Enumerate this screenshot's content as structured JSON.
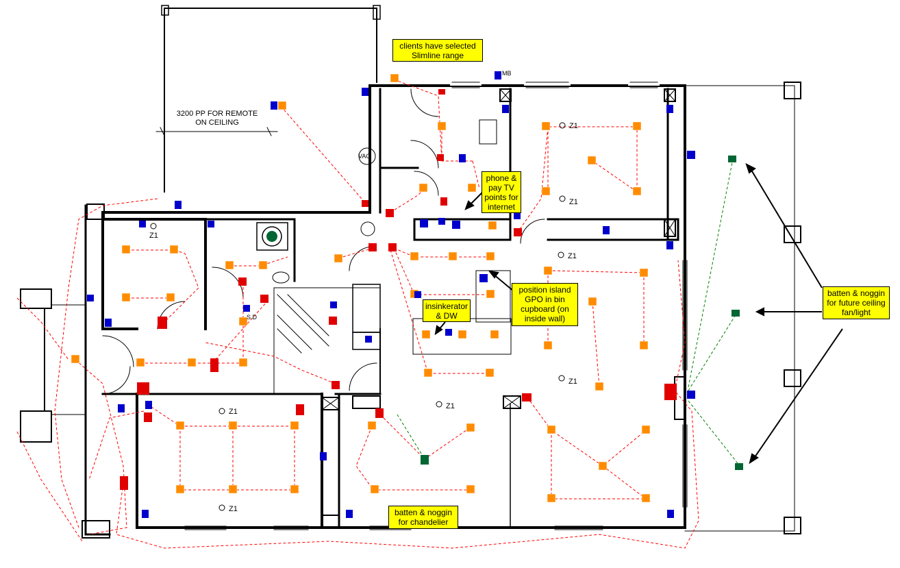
{
  "callouts": {
    "slimline": "clients have selected\nSlimline range",
    "phone_tv": "phone &\npay TV\npoints for\ninternet",
    "insinkerator": "insinkerator\n& DW",
    "island_gpo": "position island\nGPO in bin\ncupboard (on\ninside wall)",
    "future_fan": "batten & noggin\nfor future ceiling\nfan/light",
    "chandelier": "batten & noggin\nfor chandelier"
  },
  "annotations": {
    "remote_note": "3200 PP FOR REMOTE\nON CEILING",
    "vac": "VAC",
    "sd": "S.D",
    "mb": "MB"
  },
  "zone_label": "Z1",
  "colors": {
    "wall": "#000000",
    "wiring_red": "#ff0000",
    "wiring_green": "#008000",
    "downlight": "#ff8c00",
    "switch_blue": "#0000cc",
    "gpo_red": "#e00000",
    "batten_green": "#006633",
    "callout_bg": "#ffff00"
  }
}
